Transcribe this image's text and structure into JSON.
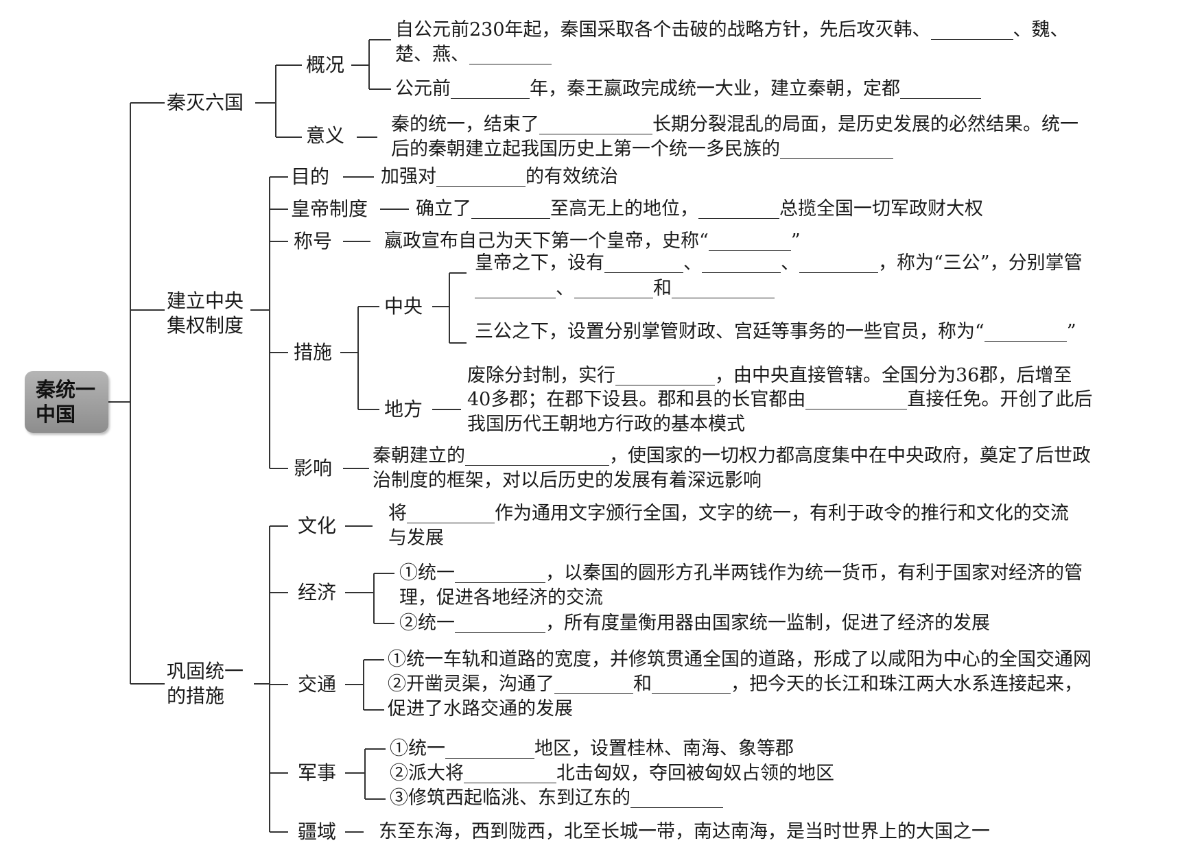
{
  "root": "秦统一中国",
  "branches": {
    "mie": {
      "label": "秦灭六国",
      "gaikuang": {
        "label": "概况",
        "l1": [
          "自公元前230年起，秦国采取各个击破的战略方针，先后攻灭韩、",
          "、魏、"
        ],
        "l2": [
          "楚、燕、"
        ],
        "l3": [
          "公元前",
          "年，秦王嬴政完成统一大业，建立秦朝，定都"
        ]
      },
      "yiyi": {
        "label": "意义",
        "l1": [
          "秦的统一，结束了",
          "长期分裂混乱的局面，是历史发展的必然结果。统一"
        ],
        "l2": [
          "后的秦朝建立起我国历史上第一个统一多民族的"
        ]
      }
    },
    "jianli": {
      "label_l1": "建立中央",
      "label_l2": "集权制度",
      "mudi": {
        "label": "目的",
        "text": [
          "加强对",
          "的有效统治"
        ]
      },
      "huangdi": {
        "label": "皇帝制度",
        "text": [
          "确立了",
          "至高无上的地位，",
          "总揽全国一切军政财大权"
        ]
      },
      "chenghao": {
        "label": "称号",
        "text": [
          "嬴政宣布自己为天下第一个皇帝，史称“",
          "”"
        ]
      },
      "cuoshi": {
        "label": "措施",
        "zhongyang": {
          "label": "中央",
          "l1": [
            "皇帝之下，设有",
            "、",
            "、",
            "，称为“三公”，分别掌管"
          ],
          "l2": [
            "、",
            "和"
          ],
          "l3": [
            "三公之下，设置分别掌管财政、宫廷等事务的一些官员，称为“",
            "”"
          ]
        },
        "difang": {
          "label": "地方",
          "l1": [
            "废除分封制，实行",
            "，由中央直接管辖。全国分为36郡，后增至"
          ],
          "l2": [
            "40多郡；在郡下设县。郡和县的长官都由",
            "直接任免。开创了此后"
          ],
          "l3": [
            "我国历代王朝地方行政的基本模式"
          ]
        }
      },
      "yingxiang": {
        "label": "影响",
        "l1": [
          "秦朝建立的",
          "，使国家的一切权力都高度集中在中央政府，奠定了后世政"
        ],
        "l2": [
          "治制度的框架，对以后历史的发展有着深远影响"
        ]
      }
    },
    "gonggu": {
      "label_l1": "巩固统一",
      "label_l2": "的措施",
      "wenhua": {
        "label": "文化",
        "l1": [
          "将",
          "作为通用文字颁行全国，文字的统一，有利于政令的推行和文化的交流"
        ],
        "l2": [
          "与发展"
        ]
      },
      "jingji": {
        "label": "经济",
        "l1": [
          "①统一",
          "，以秦国的圆形方孔半两钱作为统一货币，有利于国家对经济的管"
        ],
        "l2": [
          "理，促进各地经济的交流"
        ],
        "l3": [
          "②统一",
          "，所有度量衡用器由国家统一监制，促进了经济的发展"
        ]
      },
      "jiaotong": {
        "label": "交通",
        "l1": [
          "①统一车轨和道路的宽度，并修筑贯通全国的道路，形成了以咸阳为中心的全国交通网"
        ],
        "l2": [
          "②开凿灵渠，沟通了",
          "和",
          "，把今天的长江和珠江两大水系连接起来，"
        ],
        "l3": [
          "促进了水路交通的发展"
        ]
      },
      "junshi": {
        "label": "军事",
        "l1": [
          "①统一",
          "地区，设置桂林、南海、象等郡"
        ],
        "l2": [
          "②派大将",
          "北击匈奴，夺回被匈奴占领的地区"
        ],
        "l3": [
          "③修筑西起临洮、东到辽东的"
        ]
      },
      "jiangyu": {
        "label": "疆域",
        "text": [
          "东至东海，西到陇西，北至长城一带，南达南海，是当时世界上的大国之一"
        ]
      }
    }
  }
}
